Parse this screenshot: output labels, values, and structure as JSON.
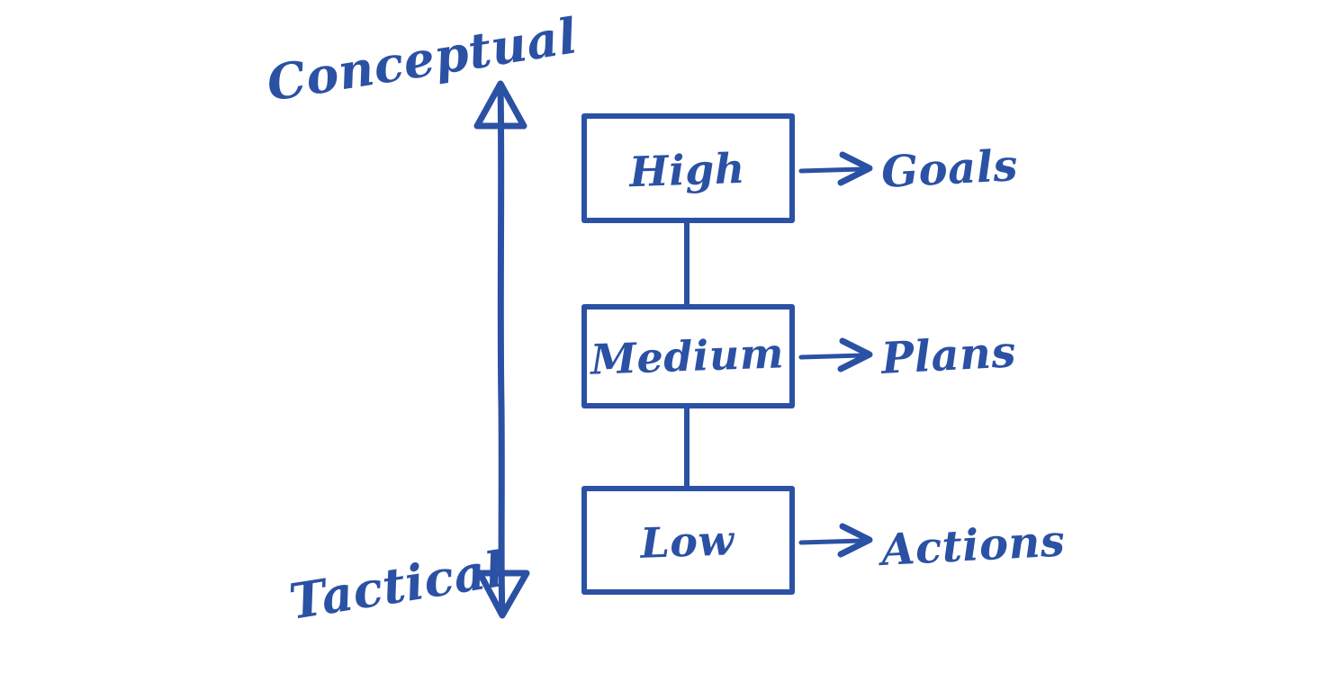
{
  "diagram": {
    "title": "Abstraction level hierarchy",
    "background_color": "#FFFFFF",
    "ink_color": "#2B51A4",
    "style": "hand-drawn whiteboard sketch",
    "axis": {
      "orientation": "vertical",
      "top_label": "Conceptual",
      "bottom_label": "Tactical",
      "arrowhead_top": "open-triangle-up",
      "arrowhead_bottom": "open-triangle-down"
    },
    "levels": [
      {
        "box_label": "High",
        "arrow_label": "Goals",
        "arrow_glyph": "→"
      },
      {
        "box_label": "Medium",
        "arrow_label": "Plans",
        "arrow_glyph": "→"
      },
      {
        "box_label": "Low",
        "arrow_label": "Actions",
        "arrow_glyph": "→"
      }
    ]
  }
}
